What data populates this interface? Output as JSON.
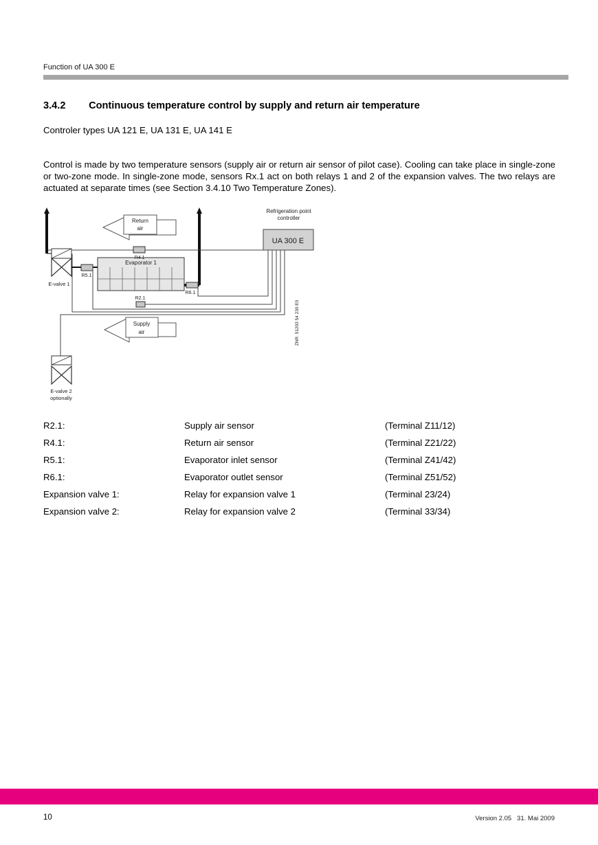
{
  "colors": {
    "accent_bar": "#e6007e",
    "header_rule": "#a6a6a6"
  },
  "header": {
    "running_title": "Function of UA 300 E"
  },
  "section": {
    "number": "3.4.2",
    "title": "Continuous temperature control by supply and return air temperature",
    "controller_types": "Controler types UA 121 E, UA 131 E, UA 141 E",
    "body": "Control is made by two temperature sensors (supply air or return air sensor of pilot case). Cooling can take place in single-zone or two-zone mode. In single-zone mode, sensors Rx.1 act on both relays 1 and 2 of the expansion valves. The two relays are actuated at separate times (see Section 3.4.10 Two Temperature Zones)."
  },
  "diagram": {
    "return_air": {
      "line1": "Return",
      "line2": "air"
    },
    "supply_air": {
      "line1": "Supply",
      "line2": "air"
    },
    "controller_caption": {
      "line1": "Refrigeration point",
      "line2": "controller"
    },
    "controller_name": "UA 300 E",
    "evaporator": "Evaporator 1",
    "evalve1": "E-valve 1",
    "evalve2": {
      "line1": "E-valve 2",
      "line2": "optionally"
    },
    "sensors": {
      "r2": "R2.1",
      "r4": "R4.1",
      "r5": "R5.1",
      "r6": "R6.1"
    },
    "znr": "ZNR. 51203 54 230 E0"
  },
  "legend": {
    "rows": [
      {
        "label": "R2.1:",
        "description": "Supply air sensor",
        "terminal": "(Terminal Z11/12)"
      },
      {
        "label": "R4.1:",
        "description": "Return air sensor",
        "terminal": "(Terminal Z21/22)"
      },
      {
        "label": "R5.1:",
        "description": "Evaporator inlet sensor",
        "terminal": "(Terminal Z41/42)"
      },
      {
        "label": "R6.1:",
        "description": "Evaporator outlet sensor",
        "terminal": "(Terminal Z51/52)"
      },
      {
        "label": "Expansion valve 1:",
        "description": "Relay for expansion valve 1",
        "terminal": "(Terminal 23/24)"
      },
      {
        "label": "Expansion valve 2:",
        "description": "Relay for expansion valve 2",
        "terminal": "(Terminal 33/34)"
      }
    ]
  },
  "footer": {
    "page_number": "10",
    "version_info": "Version 2.05   31. Mai 2009"
  }
}
